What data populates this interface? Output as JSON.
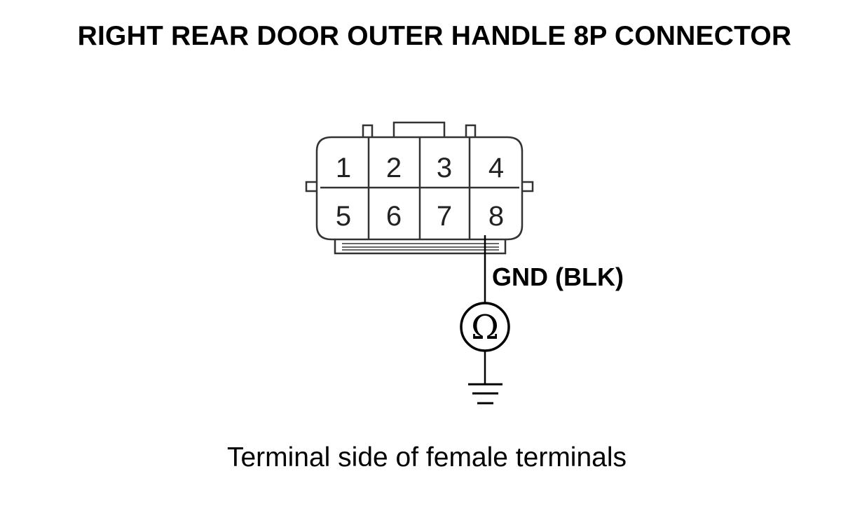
{
  "title": "RIGHT REAR DOOR OUTER HANDLE 8P CONNECTOR",
  "connector": {
    "pins_top": [
      "1",
      "2",
      "3",
      "4"
    ],
    "pins_bottom": [
      "5",
      "6",
      "7",
      "8"
    ]
  },
  "wire": {
    "label": "GND (BLK)"
  },
  "meter": {
    "symbol": "Ω"
  },
  "caption": "Terminal side of female terminals"
}
